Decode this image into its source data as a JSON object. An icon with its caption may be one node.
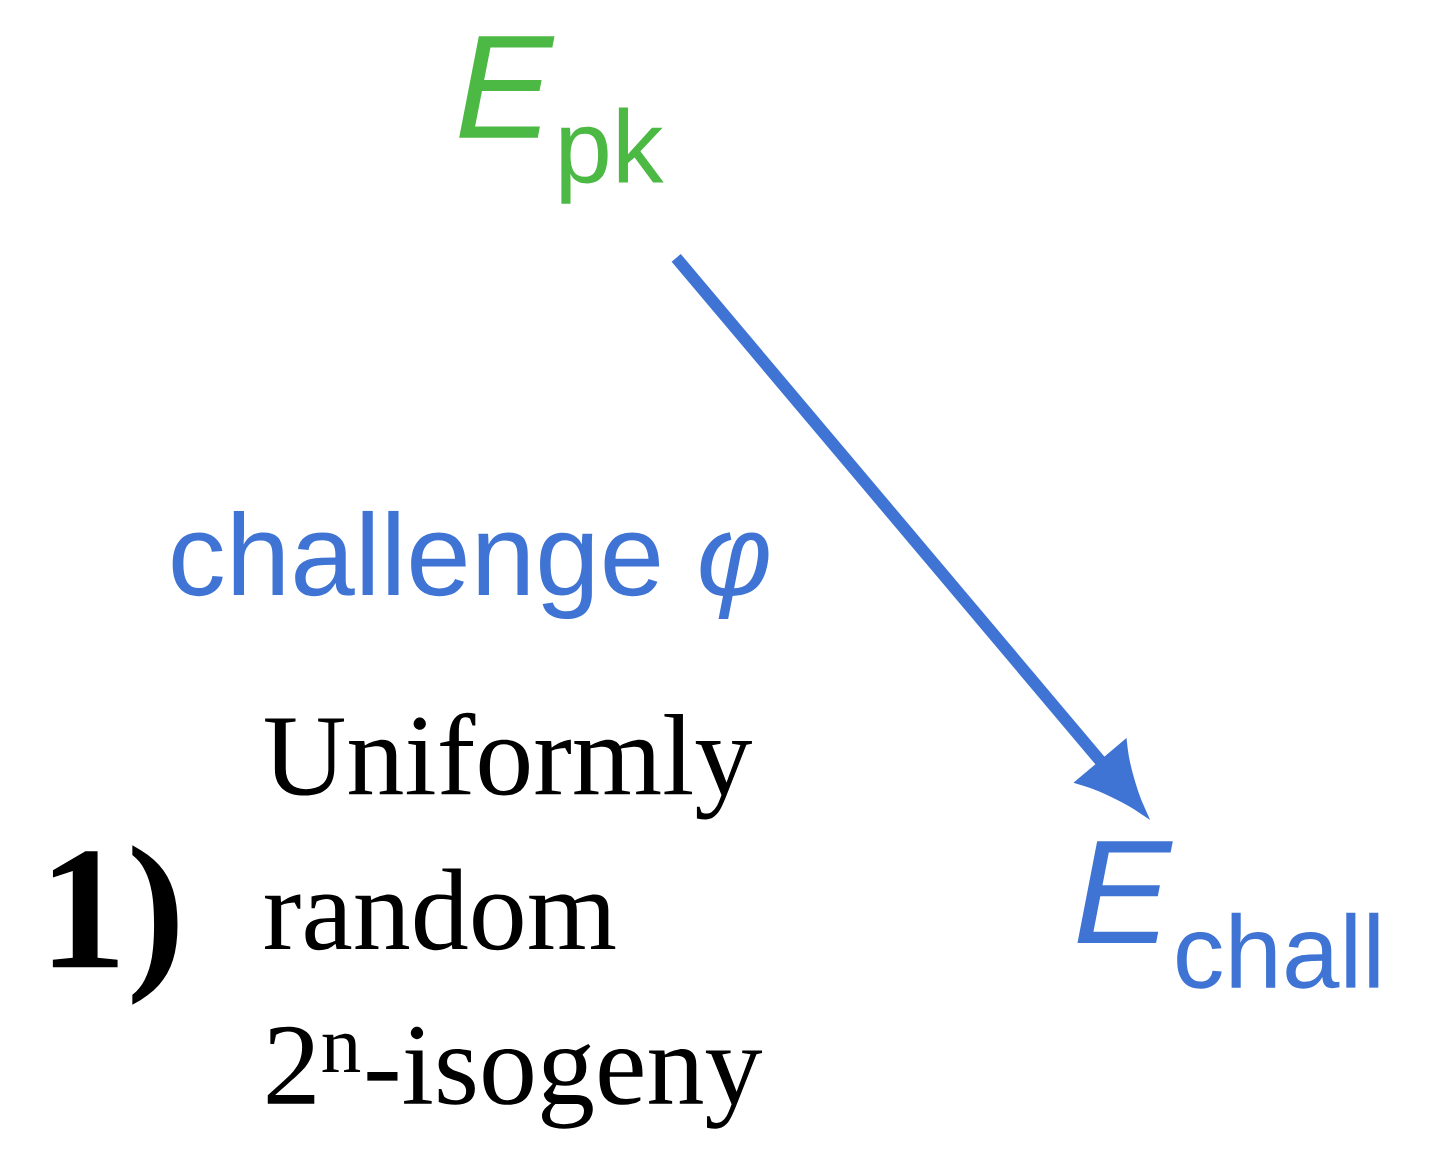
{
  "diagram": {
    "nodes": [
      {
        "text": [
          "*E*$_{pk}$"
        ]
      },
      {
        "text": [
          "*E*$_{chall}$"
        ]
      }
    ],
    "edges": [
      {
        "from": 0,
        "to": 1,
        "arrow": "to",
        "label": "challenge *φ*"
      }
    ],
    "labels": [
      "1)",
      "Uniformly random 2$^{n}$-isogeny"
    ]
  }
}
